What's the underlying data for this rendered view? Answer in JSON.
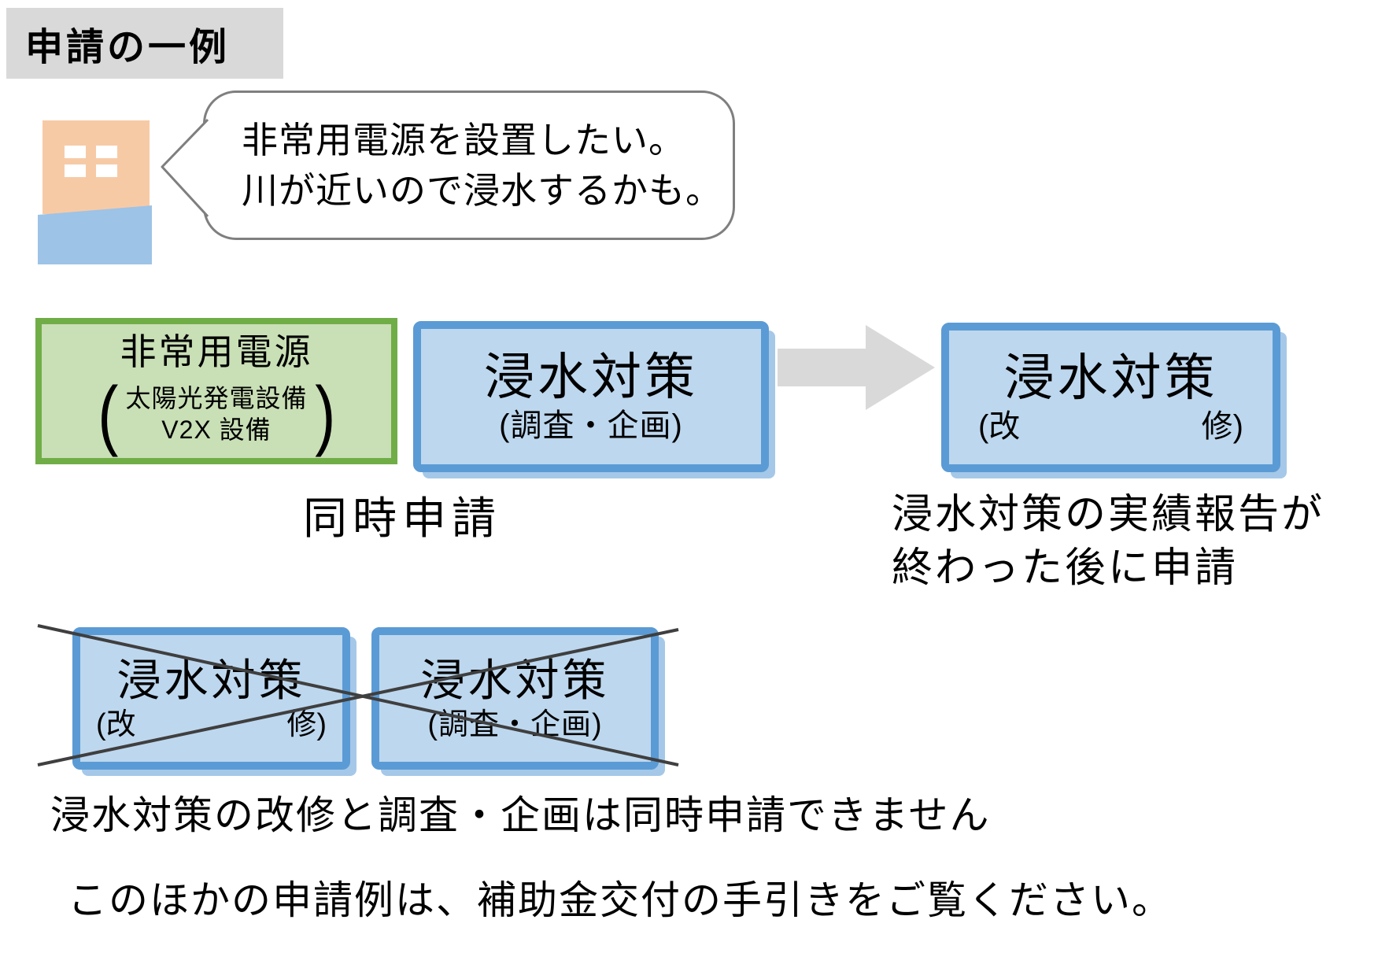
{
  "title": "申請の一例",
  "bubble": {
    "line1": "非常用電源を設置したい。",
    "line2": "川が近いので浸水するかも。"
  },
  "green_box": {
    "title": "非常用電源",
    "paren_open": "(",
    "paren_close": ")",
    "sub1": "太陽光発電設備",
    "sub2": "V2X 設備"
  },
  "box_survey": {
    "title": "浸水対策",
    "subtitle": "(調査・企画)"
  },
  "box_renovation": {
    "title": "浸水対策",
    "sub_left": "(改",
    "sub_right": "修)"
  },
  "simultaneous_label": "同時申請",
  "after_report_note": {
    "line1": "浸水対策の実績報告が",
    "line2": "終わった後に申請"
  },
  "crossed_box_left": {
    "title": "浸水対策",
    "sub_left": "(改",
    "sub_right": "修)"
  },
  "crossed_box_right": {
    "title": "浸水対策",
    "subtitle": "(調査・企画)"
  },
  "note_cannot": "浸水対策の改修と調査・企画は同時申請できません",
  "note_guide": "このほかの申請例は、補助金交付の手引きをご覧ください。",
  "icons": {
    "building": "flooded-building-icon",
    "water": "flood-water-icon",
    "speech_tail": "speech-bubble-tail-icon",
    "arrow": "arrow-right-icon",
    "cross": "cross-out-x-icon"
  },
  "colors": {
    "header_bg": "#d9d9d9",
    "building_orange": "#f7caa6",
    "water_blue": "#9dc3e6",
    "bubble_border": "#7f7f7f",
    "green_border": "#70ad47",
    "green_fill": "#c9dfb6",
    "blue_border": "#5b9bd5",
    "blue_fill": "#bdd7ee",
    "arrow_gray": "#d9d9d9",
    "cross_line": "#3f3f3f",
    "text": "#000000"
  }
}
